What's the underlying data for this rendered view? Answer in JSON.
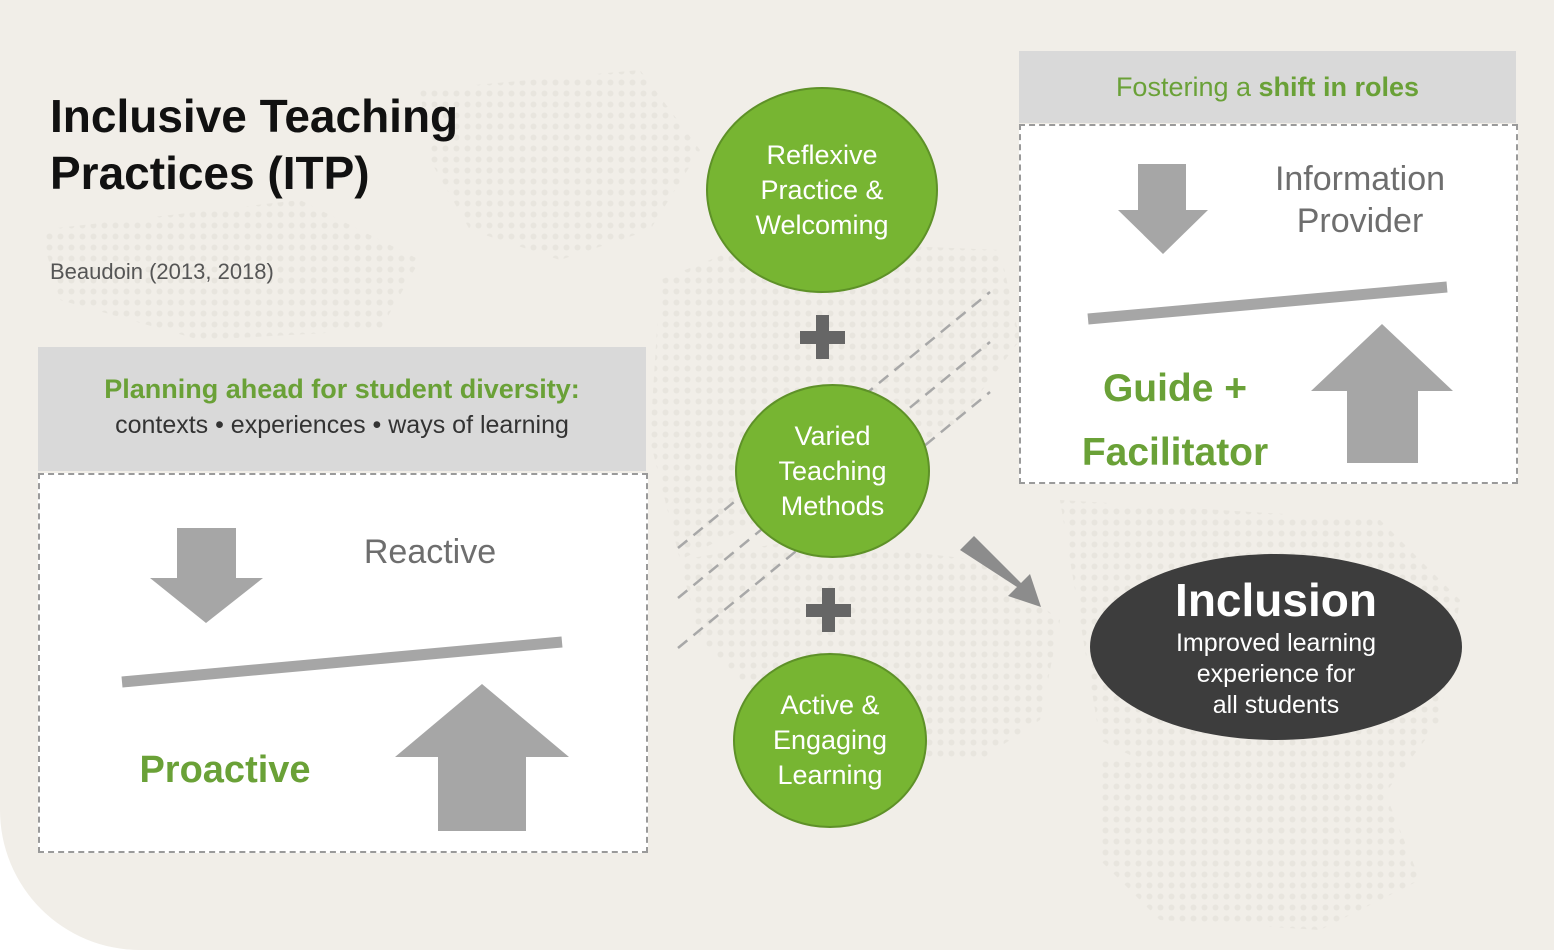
{
  "title": {
    "line1": "Inclusive Teaching",
    "line2": "Practices (ITP)"
  },
  "citation": "Beaudoin (2013, 2018)",
  "planning": {
    "title": "Planning ahead for student diversity:",
    "subtitle": "contexts • experiences • ways of learning",
    "top_label": "Reactive",
    "bottom_label": "Proactive"
  },
  "roles": {
    "header_prefix": "Fostering a ",
    "header_emphasis": "shift in roles",
    "top_line1": "Information",
    "top_line2": "Provider",
    "bottom_line1": "Guide +",
    "bottom_line2": "Facilitator"
  },
  "components": [
    {
      "lines": [
        "Reflexive",
        "Practice &",
        "Welcoming"
      ]
    },
    {
      "lines": [
        "Varied",
        "Teaching",
        "Methods"
      ]
    },
    {
      "lines": [
        "Active &",
        "Engaging",
        "Learning"
      ]
    }
  ],
  "outcome": {
    "title": "Inclusion",
    "lines": [
      "Improved learning",
      "experience for",
      "all students"
    ]
  },
  "colors": {
    "green": "#77b532",
    "green_text": "#6aa137",
    "gray": "#a6a6a6",
    "dark": "#3d3d3d",
    "header_gray": "#d9d9d9"
  }
}
